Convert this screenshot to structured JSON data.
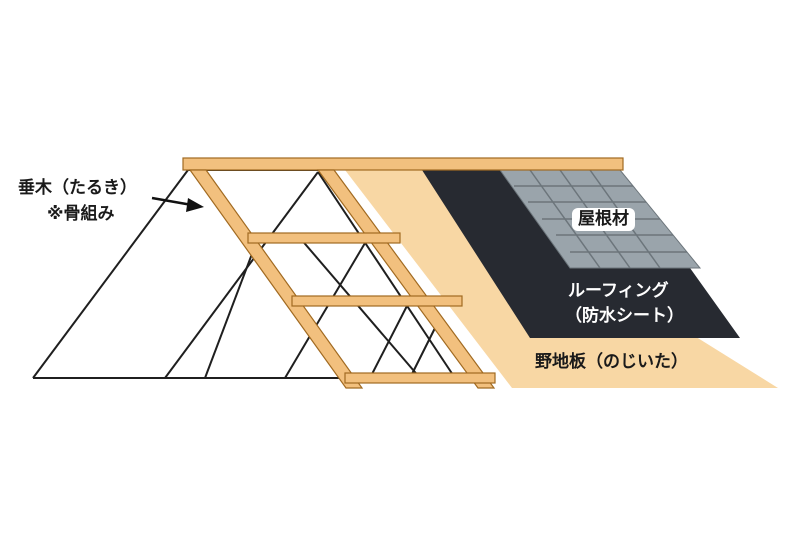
{
  "labels": {
    "rafter_line1": "垂木（たるき）",
    "rafter_line2": "※骨組み",
    "roofing_material": "屋根材",
    "roofing_line1": "ルーフィング",
    "roofing_line2": "（防水シート）",
    "sheathing": "野地板（のじいた）"
  },
  "colors": {
    "wood": "#f2c07e",
    "wood_outline": "#a16a21",
    "sheathing": "#f8d7a4",
    "roofing": "#272a31",
    "tile": "#9aa4ab",
    "tile_line": "#6c757b",
    "frame_line": "#1f1f1f"
  }
}
